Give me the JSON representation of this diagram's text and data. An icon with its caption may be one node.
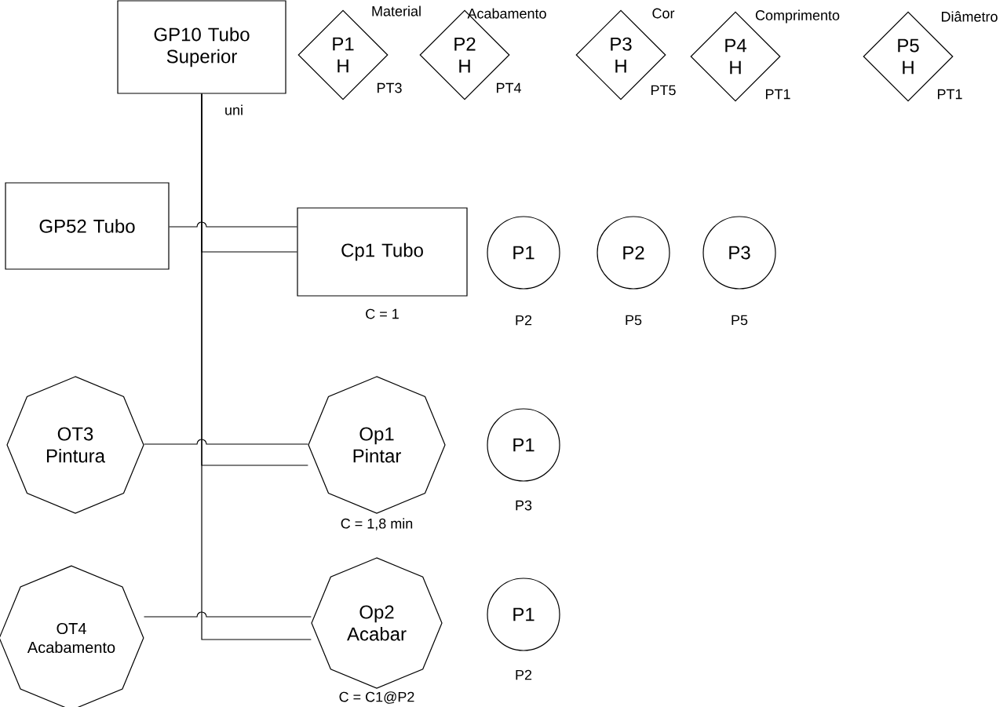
{
  "diagram": {
    "nodes": [
      {
        "text": [
          "GP10 Tubo Superior"
        ],
        "beside": [
          "uni"
        ]
      },
      {
        "text": [
          "P1 H"
        ],
        "beside": [
          "Material",
          "PT3"
        ]
      },
      {
        "text": [
          "P2 H"
        ],
        "beside": [
          "Acabamento",
          "PT4"
        ]
      },
      {
        "text": [
          "P3 H"
        ],
        "beside": [
          "Cor",
          "PT5"
        ]
      },
      {
        "text": [
          "P4 H"
        ],
        "beside": [
          "Comprimento",
          "PT1"
        ]
      },
      {
        "text": [
          "P5 H"
        ],
        "beside": [
          "Diâmetro",
          "PT1"
        ]
      },
      {
        "text": [
          "GP52 Tubo"
        ]
      },
      {
        "text": [
          "Cp1 Tubo"
        ],
        "beside": [
          "C = 1"
        ]
      },
      {
        "text": [
          "P1"
        ],
        "beside": [
          "P2"
        ]
      },
      {
        "text": [
          "P2"
        ],
        "beside": [
          "P5"
        ]
      },
      {
        "text": [
          "P3"
        ],
        "beside": [
          "P5"
        ]
      },
      {
        "text": [
          "OT3 Pintura"
        ]
      },
      {
        "text": [
          "Op1 Pintar"
        ],
        "beside": [
          "C = 1,8 min"
        ]
      },
      {
        "text": [
          "P1"
        ],
        "beside": [
          "P3"
        ]
      },
      {
        "text": [
          "OT4 Acabamento"
        ]
      },
      {
        "text": [
          "Op2 Acabar"
        ],
        "beside": [
          "C = C1@P2"
        ]
      },
      {
        "text": [
          "P1"
        ],
        "beside": [
          "P2"
        ]
      }
    ],
    "edges": [
      {
        "from": 0,
        "to": 7,
        "arrow": "none"
      },
      {
        "from": 0,
        "to": 12,
        "arrow": "none"
      },
      {
        "from": 0,
        "to": 15,
        "arrow": "none"
      },
      {
        "from": 6,
        "to": 7,
        "arrow": "none"
      },
      {
        "from": 11,
        "to": 12,
        "arrow": "none"
      },
      {
        "from": 14,
        "to": 15,
        "arrow": "none"
      }
    ]
  }
}
